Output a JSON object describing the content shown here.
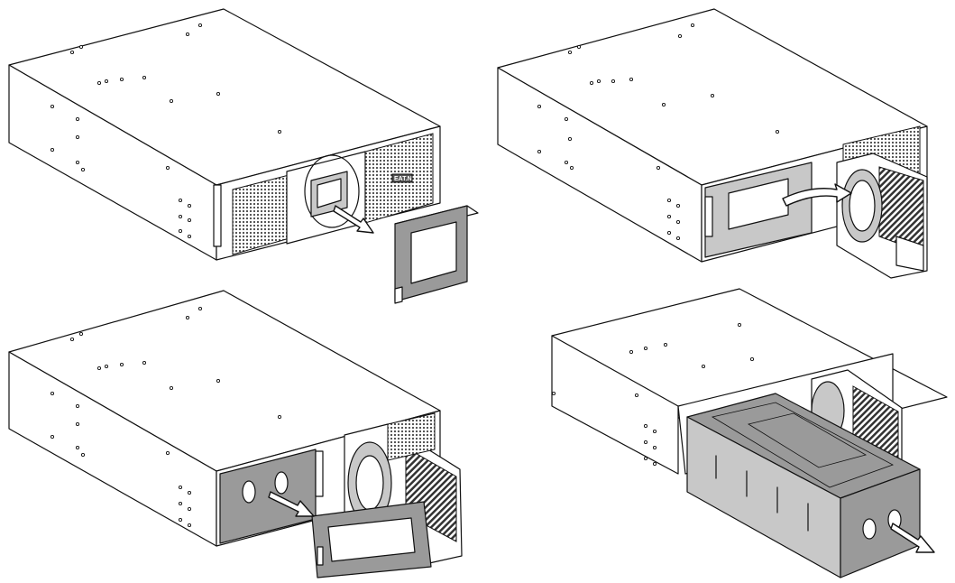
{
  "panels": [
    {
      "id": "step-1",
      "logo": "EAT.N"
    },
    {
      "id": "step-2"
    },
    {
      "id": "step-3"
    },
    {
      "id": "step-4"
    }
  ],
  "colors": {
    "line": "#111111",
    "grille": "#555555",
    "part_fill": "#9a9a9a",
    "light_part": "#c8c8c8",
    "background": "#ffffff"
  },
  "icons": [
    "pull-arrow-icon",
    "swing-arrow-icon"
  ]
}
